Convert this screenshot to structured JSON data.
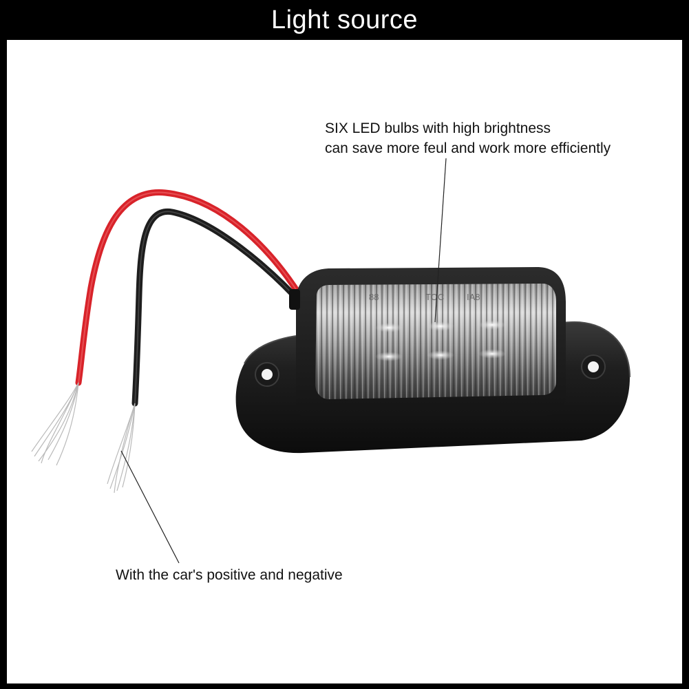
{
  "header": {
    "title": "Light source"
  },
  "callouts": {
    "led": {
      "line1": "SIX LED bulbs with high brightness",
      "line2": "can save more feul and work more efficiently"
    },
    "wires": {
      "text": "With the car's positive and negative"
    }
  },
  "lens_markings": {
    "left": "88",
    "middle": "TOC",
    "right": "IA8"
  },
  "colors": {
    "frame": "#000000",
    "panel": "#ffffff",
    "wire_positive": "#d8232a",
    "wire_negative": "#1e1e1e",
    "housing": "#1b1b1b"
  }
}
